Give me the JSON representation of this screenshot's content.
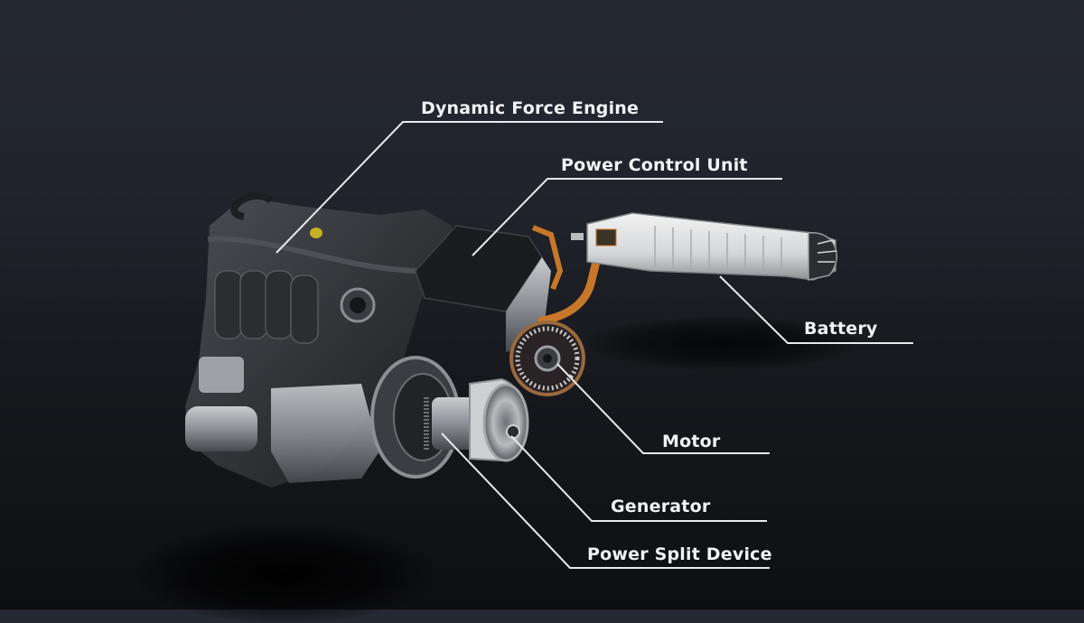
{
  "diagram": {
    "subject": "Hybrid powertrain components",
    "background_color": "#202329",
    "accent_color": "#c8772a",
    "line_color": "#e8e9ec",
    "labels": [
      {
        "id": "engine",
        "text": "Dynamic Force Engine"
      },
      {
        "id": "pcu",
        "text": "Power Control Unit"
      },
      {
        "id": "battery",
        "text": "Battery"
      },
      {
        "id": "motor",
        "text": "Motor"
      },
      {
        "id": "generator",
        "text": "Generator"
      },
      {
        "id": "psd",
        "text": "Power Split Device"
      }
    ]
  }
}
